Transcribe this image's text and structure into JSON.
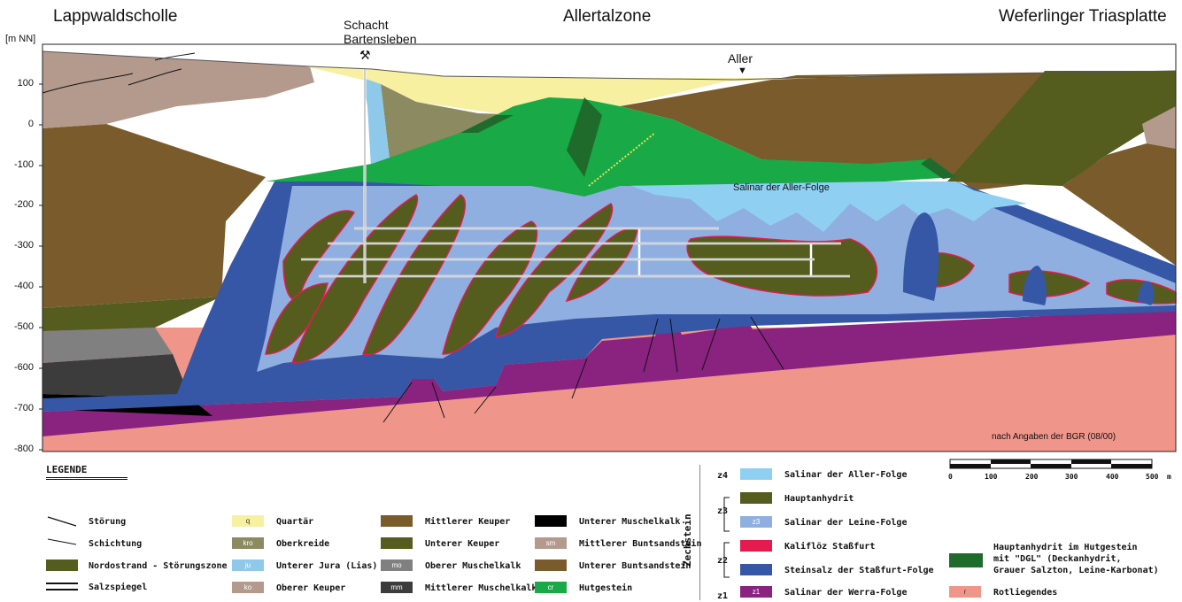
{
  "header": {
    "left_region": "Lappwaldscholle",
    "center_region": "Allertalzone",
    "right_region": "Weferlinger Triasplatte"
  },
  "axis": {
    "unit_label": "[m NN]",
    "ticks": [
      "100",
      "0",
      "-100",
      "-200",
      "-300",
      "-400",
      "-500",
      "-600",
      "-700",
      "-800"
    ]
  },
  "annotations": {
    "shaft": "Schacht\nBartensleben",
    "shaft_symbol": "⚒",
    "river": "Aller",
    "river_symbol": "▼",
    "salinar_label": "Salinar der Aller-Folge",
    "source": "nach Angaben der BGR (08/00)"
  },
  "legend": {
    "title": "LEGENDE",
    "col1": [
      {
        "label": "Störung"
      },
      {
        "label": "Schichtung"
      },
      {
        "label": "Nordostrand - Störungszone"
      },
      {
        "label": "Salzspiegel"
      }
    ],
    "col2": [
      {
        "code": "q",
        "label": "Quartär",
        "color": "#f7f0a0"
      },
      {
        "code": "kro",
        "label": "Oberkreide",
        "color": "#8b8a60"
      },
      {
        "code": "ju",
        "label": "Unterer Jura (Lias)",
        "color": "#8ec9ea"
      },
      {
        "code": "ko",
        "label": "Oberer Keuper",
        "color": "#b39a8d"
      }
    ],
    "col3": [
      {
        "code": "",
        "label": "Mittlerer Keuper",
        "color": "#7a5b2c"
      },
      {
        "code": "",
        "label": "Unterer Keuper",
        "color": "#545c1e"
      },
      {
        "code": "mo",
        "label": "Oberer Muschelkalk",
        "color": "#808080"
      },
      {
        "code": "mm",
        "label": "Mittlerer Muschelkalk",
        "color": "#3c3c3c"
      }
    ],
    "col4": [
      {
        "code": "",
        "label": "Unterer Muschelkalk",
        "color": "#000000"
      },
      {
        "code": "sm",
        "label": "Mittlerer Buntsandstein",
        "color": "#b39a8d"
      },
      {
        "code": "",
        "label": "Unterer Buntsandstein",
        "color": "#7a5b2c"
      },
      {
        "code": "cr",
        "label": "Hutgestein",
        "color": "#19a946"
      }
    ],
    "zechstein": {
      "title": "Zechstein",
      "items": [
        {
          "group": "z4",
          "code": "",
          "label": "Salinar der Aller-Folge",
          "color": "#8fd0f2"
        },
        {
          "group": "",
          "code": "",
          "label": "Hauptanhydrit",
          "color": "#545c1e"
        },
        {
          "group": "z3",
          "code": "z3",
          "label": "Salinar der Leine-Folge",
          "color": "#8fafe0"
        },
        {
          "group": "",
          "code": "",
          "label": "Kaliflöz Staßfurt",
          "color": "#e31b4e"
        },
        {
          "group": "z2",
          "code": "",
          "label": "Steinsalz der Staßfurt-Folge",
          "color": "#3657a6"
        },
        {
          "group": "z1",
          "code": "z1",
          "label": "Salinar der Werra-Folge",
          "color": "#8a2280"
        }
      ]
    },
    "col6": {
      "hutgestein_label": "Hauptanhydrit im Hutgestein\nmit \"DGL\" (Deckanhydrit,\nGrauer Salzton, Leine-Karbonat)",
      "hutgestein_color": "#1f6b2c",
      "rotliegendes_code": "r",
      "rotliegendes_label": "Rotliegendes",
      "rotliegendes_color": "#f0958a"
    },
    "scale": {
      "labels": [
        "0",
        "100",
        "200",
        "300",
        "400",
        "500",
        "m"
      ]
    }
  }
}
